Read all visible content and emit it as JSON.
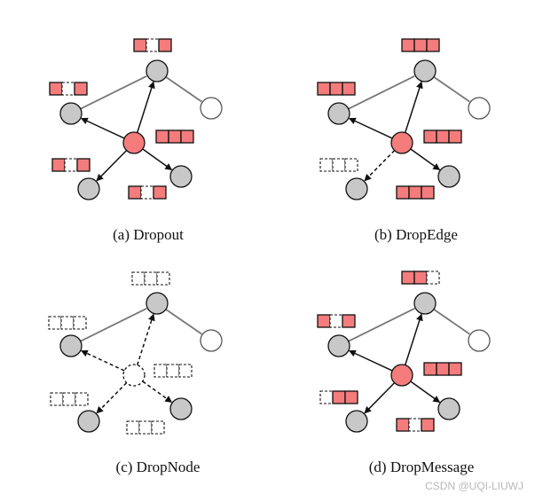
{
  "colors": {
    "node_gray": "#c8c8c8",
    "node_red": "#f47c7c",
    "cell_red": "#f47c7c",
    "edge_dark": "#111111",
    "edge_gray": "#777777",
    "stroke": "#111111"
  },
  "panels": [
    {
      "caption": "(a) Dropout",
      "nodes": [
        {
          "id": "top",
          "fill": "gray"
        },
        {
          "id": "left",
          "fill": "gray"
        },
        {
          "id": "right",
          "fill": "white"
        },
        {
          "id": "center",
          "fill": "red"
        },
        {
          "id": "bottom-left",
          "fill": "gray"
        },
        {
          "id": "bottom-right",
          "fill": "gray"
        }
      ],
      "edges": [
        {
          "from": "left",
          "to": "top",
          "style": "gray-line"
        },
        {
          "from": "top",
          "to": "right",
          "style": "gray-line"
        },
        {
          "from": "center",
          "to": "top",
          "style": "arrow"
        },
        {
          "from": "center",
          "to": "left",
          "style": "arrow"
        },
        {
          "from": "center",
          "to": "bottom-left",
          "style": "arrow"
        },
        {
          "from": "center",
          "to": "bottom-right",
          "style": "arrow"
        }
      ],
      "feature_boxes": [
        {
          "attached_to": "top",
          "cells": [
            "filled",
            "dropped",
            "filled"
          ]
        },
        {
          "attached_to": "left",
          "cells": [
            "filled",
            "dropped",
            "filled"
          ]
        },
        {
          "attached_to": "center",
          "cells": [
            "filled",
            "filled",
            "filled"
          ]
        },
        {
          "attached_to": "bottom-left",
          "cells": [
            "filled",
            "dropped",
            "filled"
          ]
        },
        {
          "attached_to": "bottom-right",
          "cells": [
            "filled",
            "dropped",
            "filled"
          ]
        }
      ]
    },
    {
      "caption": "(b) DropEdge",
      "nodes": [
        {
          "id": "top",
          "fill": "gray"
        },
        {
          "id": "left",
          "fill": "gray"
        },
        {
          "id": "right",
          "fill": "white"
        },
        {
          "id": "center",
          "fill": "red"
        },
        {
          "id": "bottom-left",
          "fill": "gray"
        },
        {
          "id": "bottom-right",
          "fill": "gray"
        }
      ],
      "edges": [
        {
          "from": "left",
          "to": "top",
          "style": "gray-line"
        },
        {
          "from": "top",
          "to": "right",
          "style": "gray-line"
        },
        {
          "from": "center",
          "to": "top",
          "style": "arrow"
        },
        {
          "from": "center",
          "to": "left",
          "style": "arrow"
        },
        {
          "from": "center",
          "to": "bottom-left",
          "style": "dashed-arrow"
        },
        {
          "from": "center",
          "to": "bottom-right",
          "style": "arrow"
        }
      ],
      "feature_boxes": [
        {
          "attached_to": "top",
          "cells": [
            "filled",
            "filled",
            "filled"
          ]
        },
        {
          "attached_to": "left",
          "cells": [
            "filled",
            "filled",
            "filled"
          ]
        },
        {
          "attached_to": "center",
          "cells": [
            "filled",
            "filled",
            "filled"
          ]
        },
        {
          "attached_to": "bottom-left",
          "cells": [
            "dropped",
            "dropped",
            "dropped"
          ]
        },
        {
          "attached_to": "bottom-right",
          "cells": [
            "filled",
            "filled",
            "filled"
          ]
        }
      ]
    },
    {
      "caption": "(c) DropNode",
      "nodes": [
        {
          "id": "top",
          "fill": "gray"
        },
        {
          "id": "left",
          "fill": "gray"
        },
        {
          "id": "right",
          "fill": "white"
        },
        {
          "id": "center",
          "fill": "dropped"
        },
        {
          "id": "bottom-left",
          "fill": "gray"
        },
        {
          "id": "bottom-right",
          "fill": "gray"
        }
      ],
      "edges": [
        {
          "from": "left",
          "to": "top",
          "style": "gray-line"
        },
        {
          "from": "top",
          "to": "right",
          "style": "gray-line"
        },
        {
          "from": "center",
          "to": "top",
          "style": "dashed-arrow"
        },
        {
          "from": "center",
          "to": "left",
          "style": "dashed-arrow"
        },
        {
          "from": "center",
          "to": "bottom-left",
          "style": "dashed-arrow"
        },
        {
          "from": "center",
          "to": "bottom-right",
          "style": "dashed-arrow"
        }
      ],
      "feature_boxes": [
        {
          "attached_to": "top",
          "cells": [
            "dropped",
            "dropped",
            "dropped"
          ]
        },
        {
          "attached_to": "left",
          "cells": [
            "dropped",
            "dropped",
            "dropped"
          ]
        },
        {
          "attached_to": "center",
          "cells": [
            "dropped",
            "dropped",
            "dropped"
          ]
        },
        {
          "attached_to": "bottom-left",
          "cells": [
            "dropped",
            "dropped",
            "dropped"
          ]
        },
        {
          "attached_to": "bottom-right",
          "cells": [
            "dropped",
            "dropped",
            "dropped"
          ]
        }
      ]
    },
    {
      "caption": "(d) DropMessage",
      "nodes": [
        {
          "id": "top",
          "fill": "gray"
        },
        {
          "id": "left",
          "fill": "gray"
        },
        {
          "id": "right",
          "fill": "white"
        },
        {
          "id": "center",
          "fill": "red"
        },
        {
          "id": "bottom-left",
          "fill": "gray"
        },
        {
          "id": "bottom-right",
          "fill": "gray"
        }
      ],
      "edges": [
        {
          "from": "left",
          "to": "top",
          "style": "gray-line"
        },
        {
          "from": "top",
          "to": "right",
          "style": "gray-line"
        },
        {
          "from": "center",
          "to": "top",
          "style": "arrow"
        },
        {
          "from": "center",
          "to": "left",
          "style": "arrow"
        },
        {
          "from": "center",
          "to": "bottom-left",
          "style": "arrow"
        },
        {
          "from": "center",
          "to": "bottom-right",
          "style": "arrow"
        }
      ],
      "feature_boxes": [
        {
          "attached_to": "top",
          "cells": [
            "filled",
            "filled",
            "dropped"
          ]
        },
        {
          "attached_to": "left",
          "cells": [
            "filled",
            "dropped",
            "filled"
          ]
        },
        {
          "attached_to": "center",
          "cells": [
            "filled",
            "filled",
            "filled"
          ]
        },
        {
          "attached_to": "bottom-left",
          "cells": [
            "dropped",
            "filled",
            "filled"
          ]
        },
        {
          "attached_to": "bottom-right",
          "cells": [
            "filled",
            "dropped",
            "filled"
          ]
        }
      ]
    }
  ],
  "watermark": "CSDN @UQI-LIUWJ"
}
